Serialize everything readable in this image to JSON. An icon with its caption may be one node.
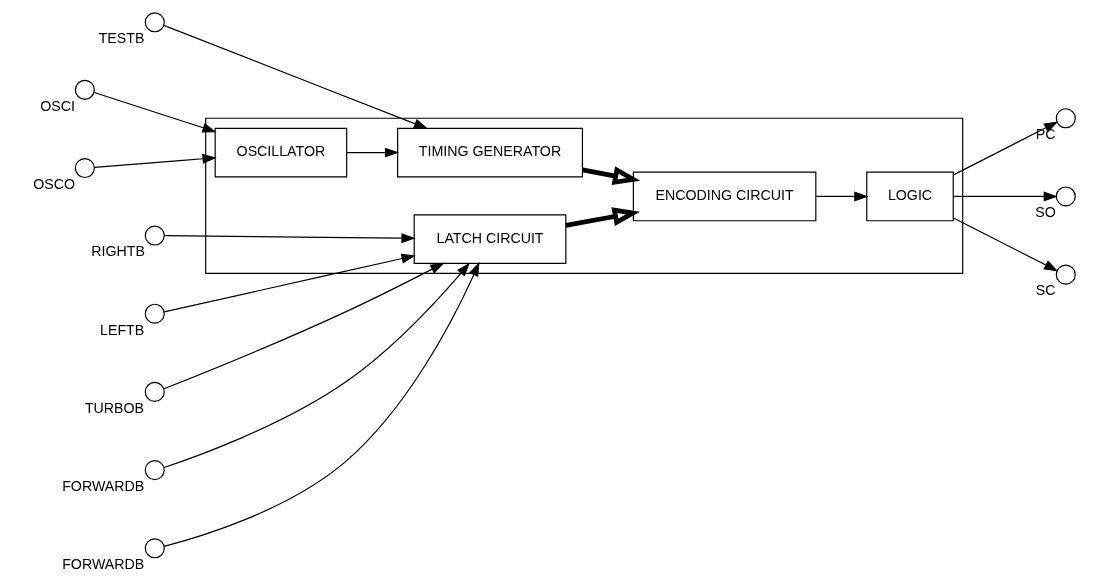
{
  "diagram": {
    "nodes": [
      {
        "text": [],
        "shape": "circle",
        "beside": [
          "TESTB"
        ]
      },
      {
        "text": [],
        "shape": "box"
      },
      {
        "text": [],
        "shape": "circle",
        "beside": [
          "OSCI"
        ]
      },
      {
        "text": [],
        "shape": "circle",
        "beside": [
          "OSCO"
        ]
      },
      {
        "text": [
          "OSCILLATOR"
        ],
        "in": 1
      },
      {
        "text": [
          "TIMING GENERATOR"
        ],
        "in": 1
      },
      {
        "text": [],
        "shape": "circle",
        "beside": [
          "RIGHTB"
        ]
      },
      {
        "text": [],
        "shape": "circle",
        "beside": [
          "LEFTB"
        ]
      },
      {
        "text": [],
        "shape": "circle",
        "beside": [
          "TURBOB"
        ]
      },
      {
        "text": [],
        "shape": "circle",
        "beside": [
          "FORWARDB"
        ]
      },
      {
        "text": [],
        "shape": "circle",
        "beside": [
          "FORWARDB"
        ]
      },
      {
        "text": [
          "LATCH CIRCUIT"
        ],
        "in": 1
      },
      {
        "text": [
          "ENCODING CIRCUIT"
        ],
        "in": 1
      },
      {
        "text": [
          "LOGIC"
        ],
        "in": 1
      },
      {
        "text": [],
        "shape": "circle",
        "beside": [
          "PC"
        ]
      },
      {
        "text": [],
        "shape": "circle",
        "beside": [
          "SO"
        ]
      },
      {
        "text": [],
        "shape": "circle",
        "beside": [
          "SC"
        ]
      }
    ],
    "edges": [
      {
        "from": 0,
        "to": 5,
        "arrow": "to"
      },
      {
        "from": 2,
        "to": 4,
        "arrow": "to"
      },
      {
        "from": 3,
        "to": 4,
        "arrow": "to"
      },
      {
        "from": 4,
        "to": 5,
        "arrow": "to"
      },
      {
        "from": 5,
        "to": 12,
        "arrow": "to",
        "style": "thick"
      },
      {
        "from": 6,
        "to": 11,
        "arrow": "to"
      },
      {
        "from": 7,
        "to": 11,
        "arrow": "to"
      },
      {
        "from": 8,
        "to": 11,
        "arrow": "to"
      },
      {
        "from": 9,
        "to": 11,
        "arrow": "to"
      },
      {
        "from": 10,
        "to": 11,
        "arrow": "to"
      },
      {
        "from": 11,
        "to": 12,
        "arrow": "to",
        "style": "thick"
      },
      {
        "from": 12,
        "to": 13,
        "arrow": "to"
      },
      {
        "from": 13,
        "to": 14,
        "arrow": "to"
      },
      {
        "from": 13,
        "to": 15,
        "arrow": "to"
      },
      {
        "from": 13,
        "to": 16,
        "arrow": "to"
      }
    ]
  }
}
